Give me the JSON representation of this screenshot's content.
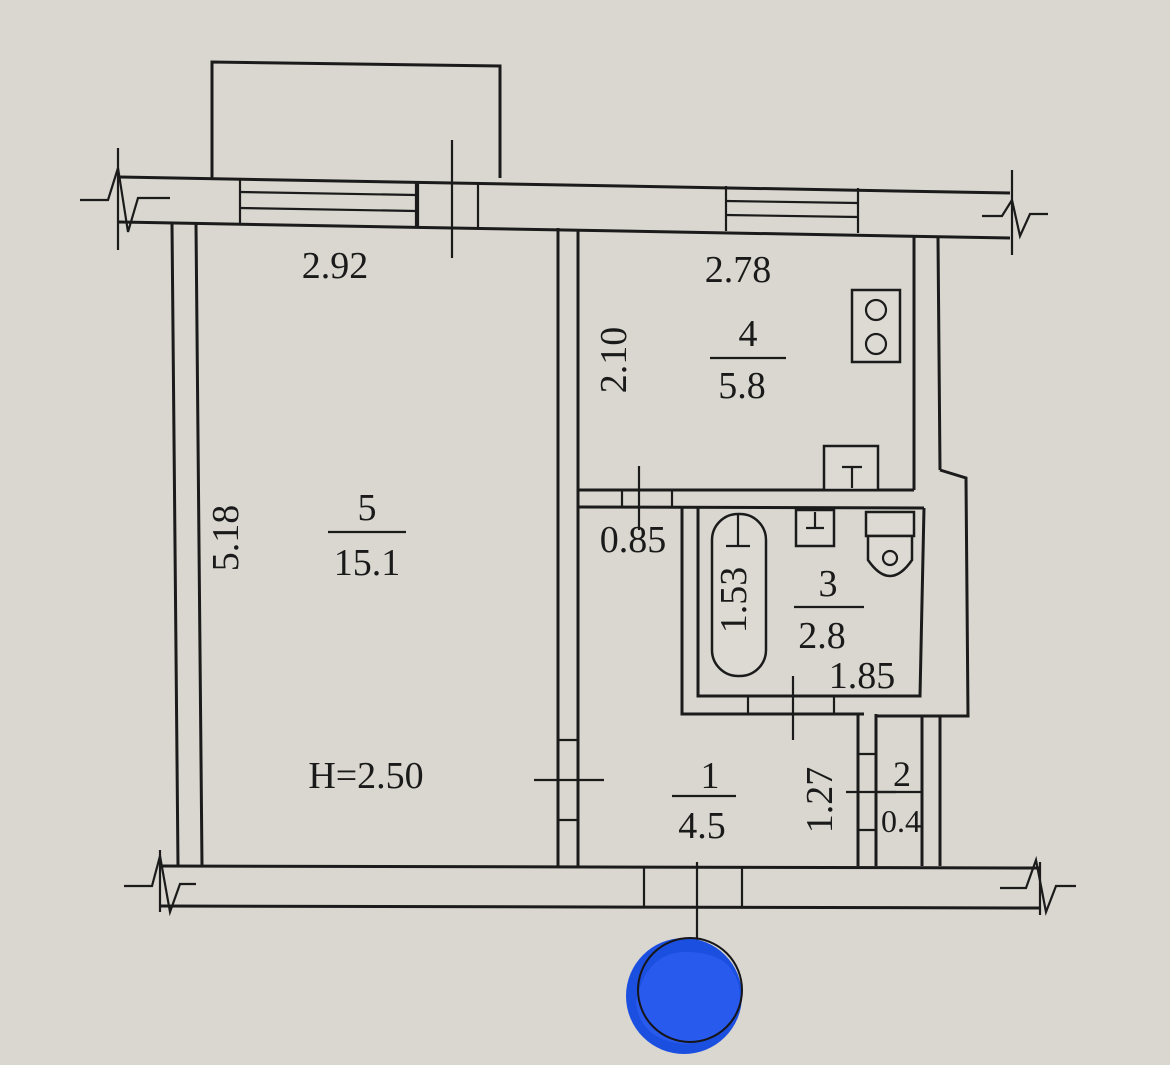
{
  "plan": {
    "ceiling_height": "H=2.50",
    "rooms": [
      {
        "id": "room-5",
        "number": "5",
        "area": "15.1"
      },
      {
        "id": "room-4",
        "number": "4",
        "area": "5.8"
      },
      {
        "id": "room-3",
        "number": "3",
        "area": "2.8"
      },
      {
        "id": "room-1",
        "number": "1",
        "area": "4.5"
      },
      {
        "id": "room-2",
        "number": "2",
        "area": "0.4"
      }
    ],
    "dimensions": {
      "room5_width": "2.92",
      "room5_length": "5.18",
      "room4_width": "2.78",
      "room4_depth": "2.10",
      "corridor_width": "0.85",
      "bath_length": "1.53",
      "bathroom_width": "1.85",
      "closet_depth": "1.27"
    },
    "stamp_color": "#1b4fe0"
  }
}
